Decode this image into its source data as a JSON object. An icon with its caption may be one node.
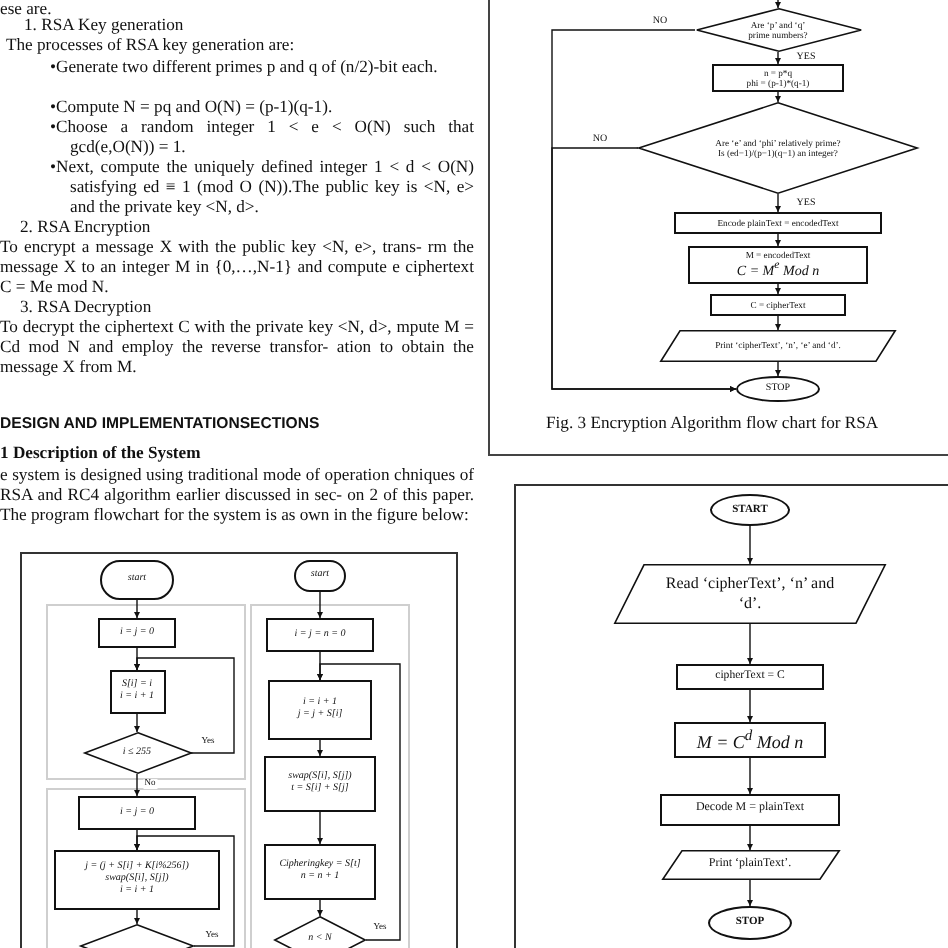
{
  "diagram": {
    "nodes": [
      {
        "text": [
          "start"
        ]
      },
      {
        "text": [
          "i = j = 0"
        ]
      },
      {
        "text": [
          "S[i] = i",
          "i = i + 1"
        ]
      },
      {
        "text": [
          "i ≤ 255"
        ]
      },
      {
        "text": [
          "i = j = 0"
        ]
      },
      {
        "text": [
          "j = (j + S[i] + K[i%256])",
          "swap(S[i], S[j])",
          "i = i + 1"
        ]
      },
      {
        "text": [],
        "shape": "diamond"
      },
      {
        "text": [
          "start"
        ]
      },
      {
        "text": [
          "i = j = n = 0"
        ]
      },
      {
        "text": [
          "i = i + 1",
          "j = j + S[i]"
        ]
      },
      {
        "text": [
          "swap(S[i], S[j])",
          "t = S[i] + S[j]"
        ]
      },
      {
        "text": [
          "Cipheringkey = S[t]",
          "n = n + 1"
        ]
      },
      {
        "text": [
          "n < N"
        ]
      },
      {
        "text": [
          "Fig. 3 Encryption Algorithm flow chart for RSA"
        ]
      },
      {
        "text": [
          "Are ‘p’ and ‘q’ prime numbers?"
        ],
        "in": 13
      },
      {
        "text": [
          "n = p*q",
          "phi = (p-1)*(q-1)"
        ],
        "in": 13
      },
      {
        "text": [
          "Are ‘e’ and ‘phi’ relatively prime?",
          "Is (ed−1)/(p−1)(q−1) an integer?"
        ],
        "in": 13
      },
      {
        "text": [
          "Encode plainText = encodedText"
        ],
        "in": 13
      },
      {
        "text": [
          "M = encodedText",
          "C = M$^{e}$ Mod n"
        ],
        "in": 13
      },
      {
        "text": [
          "C = cipherText"
        ],
        "in": 13
      },
      {
        "text": [
          "Print ‘cipherText’, ‘n’, ‘e’ and ‘d’."
        ],
        "in": 13
      },
      {
        "text": [
          "STOP"
        ],
        "in": 13
      },
      {
        "text": [
          "START"
        ]
      },
      {
        "text": [
          "Read ‘cipherText’, ‘n’ and ‘d’."
        ]
      },
      {
        "text": [
          "cipherText = C"
        ]
      },
      {
        "text": [
          "M = C$^{d}$ Mod n"
        ]
      },
      {
        "text": [
          "Decode M = plainText"
        ]
      },
      {
        "text": [
          "Print ‘plainText’."
        ]
      },
      {
        "text": [
          "STOP"
        ]
      }
    ],
    "edges": [
      {
        "from": 0,
        "to": 1,
        "arrow": "to"
      },
      {
        "from": 1,
        "to": 2,
        "arrow": "to"
      },
      {
        "from": 2,
        "to": 3,
        "arrow": "to"
      },
      {
        "from": 3,
        "to": 2,
        "arrow": "to",
        "label": "Yes"
      },
      {
        "from": 3,
        "to": 4,
        "arrow": "to",
        "label": "No"
      },
      {
        "from": 4,
        "to": 5,
        "arrow": "to"
      },
      {
        "from": 5,
        "to": 6,
        "arrow": "to"
      },
      {
        "from": 6,
        "to": 5,
        "arrow": "to",
        "label": "Yes"
      },
      {
        "from": 7,
        "to": 8,
        "arrow": "to"
      },
      {
        "from": 8,
        "to": 9,
        "arrow": "to"
      },
      {
        "from": 9,
        "to": 10,
        "arrow": "to"
      },
      {
        "from": 10,
        "to": 11,
        "arrow": "to"
      },
      {
        "from": 11,
        "to": 12,
        "arrow": "to"
      },
      {
        "from": 12,
        "to": 9,
        "arrow": "to",
        "label": "Yes"
      },
      {
        "from": null,
        "to": 14,
        "arrow": "to"
      },
      {
        "from": 14,
        "to": 21,
        "arrow": "to",
        "label": "NO"
      },
      {
        "from": 14,
        "to": 15,
        "arrow": "to",
        "label": "YES"
      },
      {
        "from": 15,
        "to": 16,
        "arrow": "to"
      },
      {
        "from": 16,
        "to": 21,
        "arrow": "to",
        "label": "NO"
      },
      {
        "from": 16,
        "to": 17,
        "arrow": "to",
        "label": "YES"
      },
      {
        "from": 17,
        "to": 18,
        "arrow": "to"
      },
      {
        "from": 18,
        "to": 19,
        "arrow": "to"
      },
      {
        "from": 19,
        "to": 20,
        "arrow": "to"
      },
      {
        "from": 20,
        "to": 21,
        "arrow": "to"
      },
      {
        "from": 22,
        "to": 23,
        "arrow": "to"
      },
      {
        "from": 23,
        "to": 24,
        "arrow": "to"
      },
      {
        "from": 24,
        "to": 25,
        "arrow": "to"
      },
      {
        "from": 25,
        "to": 26,
        "arrow": "to"
      },
      {
        "from": 26,
        "to": 27,
        "arrow": "to"
      },
      {
        "from": 27,
        "to": 28,
        "arrow": "to"
      }
    ],
    "labels": [
      "ese are.",
      "1. RSA Key generation",
      "The processes of RSA key generation are:",
      "•Generate two different primes p and q of (n/2)-bit each.",
      "•Compute N = pq and O(N) = (p-1)(q-1).",
      "•Choose a random integer 1 < e < O(N) such that gcd(e,O(N)) = 1.",
      "•Next, compute the uniquely defined integer 1 < d < O(N) satisfying ed ≡ 1 (mod O (N)).The public key is <N, e> and the private key <N, d>.",
      "2. RSA Encryption",
      "To encrypt a message X with the public key <N, e>, trans- rm the message X to an integer M in {0,…,N-1} and compute e ciphertext C = Me mod N.",
      "3. RSA Decryption",
      "To decrypt the ciphertext C with the private key <N, d>, mpute M = Cd mod N and employ the reverse transfor- ation to obtain the message X from M.",
      "DESIGN AND IMPLEMENTATIONSECTIONS",
      "1 Description of the System",
      "e system is designed using traditional mode of operation chniques of RSA and RC4 algorithm earlier discussed in sec- on 2 of this paper. The program flowchart for the system is as own in the figure below:"
    ]
  }
}
